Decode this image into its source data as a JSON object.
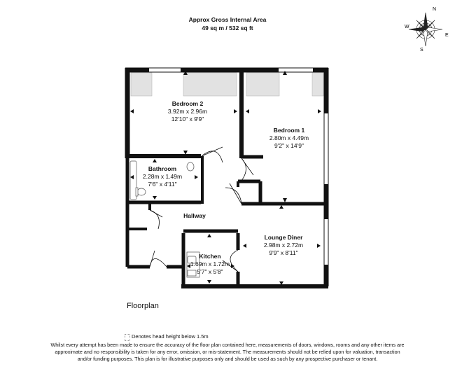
{
  "header": {
    "line1": "Approx Gross Internal Area",
    "line2": "49 sq m / 532 sq ft"
  },
  "compass": {
    "n": "N",
    "e": "E",
    "s": "S",
    "w": "W"
  },
  "rooms": {
    "bedroom2": {
      "name": "Bedroom 2",
      "metric": "3.92m x 2.96m",
      "imperial": "12'10\" x 9'9\""
    },
    "bedroom1": {
      "name": "Bedroom 1",
      "metric": "2.80m x 4.49m",
      "imperial": "9'2\" x 14'9\""
    },
    "bathroom": {
      "name": "Bathroom",
      "metric": "2.28m x 1.49m",
      "imperial": "7'6\" x 4'11\""
    },
    "hallway": {
      "name": "Hallway"
    },
    "lounge": {
      "name": "Lounge Diner",
      "metric": "2.98m x 2.72m",
      "imperial": "9'9\" x 8'11\""
    },
    "kitchen": {
      "name": "Kitchen",
      "metric": "1.69m x 1.72m",
      "imperial": "5'7\" x 5'8\""
    }
  },
  "floorplan_title": "Floorplan",
  "legend_text": "Denotes head height below 1.5m",
  "disclaimer": "Whilst every attempt has been made to ensure the accuracy of the floor plan contained here, measurements of doors, windows, rooms and any other items are approximate and no responsibility is taken for any error, omission, or mis-statement. The measurements should not be relied upon for valuation, transaction and/or funding purposes. This plan is for illustrative purposes only and should be used as such by any prospective purchaser or tenant.",
  "colors": {
    "wall": "#111111",
    "lowceiling": "#dddddd"
  }
}
